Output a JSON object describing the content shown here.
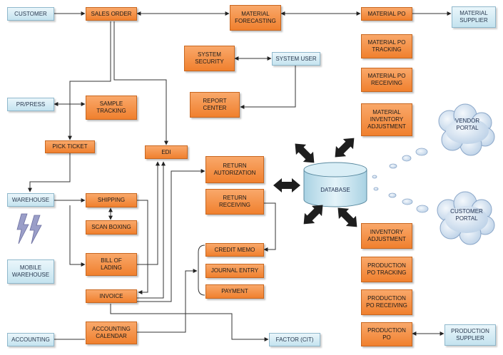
{
  "nodes": {
    "customer": "CUSTOMER",
    "sales_order": "SALES ORDER",
    "material_forecasting": "MATERIAL\nFORECASTING",
    "material_po": "MATERIAL PO",
    "material_supplier": "MATERIAL\nSUPPLIER",
    "system_security": "SYSTEM\nSECURITY",
    "system_user": "SYSTEM USER",
    "material_po_tracking": "MATERIAL PO\nTRACKING",
    "material_po_receiving": "MATERIAL PO\nRECEIVING",
    "report_center": "REPORT\nCENTER",
    "pr_press": "PR/PRESS",
    "sample_tracking": "SAMPLE\nTRACKING",
    "material_inventory_adjustment": "MATERIAL\nINVENTORY\nADJUSTMENT",
    "pick_ticket": "PICK TICKET",
    "edi": "EDI",
    "return_autorization": "RETURN\nAUTORIZATION",
    "warehouse": "WAREHOUSE",
    "shipping": "SHIPPING",
    "return_receiving": "RETURN\nRECEIVING",
    "scan_boxing": "SCAN BOXING",
    "inventory_adjustment": "INVENTORY\nADJUSTMENT",
    "mobile_warehouse": "MOBILE\nWAREHOUSE",
    "bill_of_lading": "BILL OF\nLADING",
    "credit_memo": "CREDIT MEMO",
    "production_po_tracking": "PRODUCTION\nPO TRACKING",
    "journal_entry": "JOURNAL ENTRY",
    "invoice": "INVOICE",
    "payment": "PAYMENT",
    "production_po_receiving": "PRODUCTION\nPO RECEIVING",
    "accounting": "ACCOUNTING",
    "accounting_calendar": "ACCOUNTING\nCALENDAR",
    "factor_cit": "FACTOR (CIT)",
    "production_po": "PRODUCTION\nPO",
    "production_supplier": "PRODUCTION\nSUPPLIER"
  },
  "database_label": "DATABASE",
  "clouds": {
    "vendor_portal": "VENDOR\nPORTAL",
    "customer_portal": "CUSTOMER\nPORTAL"
  },
  "colors": {
    "process_box": "#f28a3c",
    "entity_box": "#d6eef6",
    "arrow": "#333333",
    "database": "#cde6f1"
  }
}
